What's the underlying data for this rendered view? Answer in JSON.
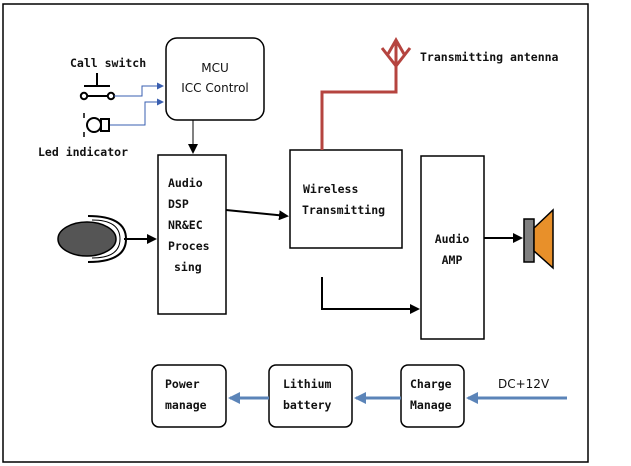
{
  "labels": {
    "call_switch": "Call switch",
    "led_indicator": "Led indicator",
    "transmitting_antenna": "Transmitting antenna",
    "dc_input": "DC+12V"
  },
  "blocks": {
    "mcu": {
      "line1": "MCU",
      "line2": "ICC Control"
    },
    "dsp": {
      "line1": "Audio",
      "line2": "DSP",
      "line3": "NR&EC",
      "line4": "Proces",
      "line5": "sing"
    },
    "wireless": {
      "line1": "Wireless",
      "line2": "Transmitting"
    },
    "amp": {
      "line1": "Audio",
      "line2": "AMP"
    },
    "power": {
      "line1": "Power",
      "line2": "manage"
    },
    "lithium": {
      "line1": "Lithium",
      "line2": "battery"
    },
    "charge": {
      "line1": "Charge",
      "line2": "Manage"
    }
  },
  "colors": {
    "outline": "#000000",
    "antenna": "#b5443f",
    "power_arrow": "#5b84b8",
    "control_line": "#3a5fb0",
    "speaker_cone": "#e8902a",
    "speaker_magnet": "#808080",
    "microphone": "#555555"
  }
}
